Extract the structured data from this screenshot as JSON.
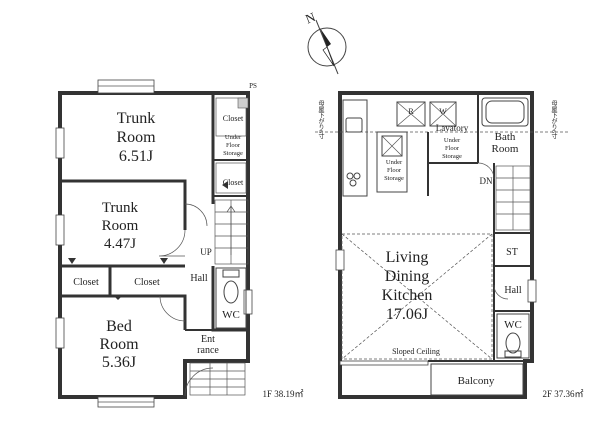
{
  "compass": {
    "north": "N"
  },
  "floor1": {
    "area_label": "1F 38.19㎡",
    "rooms": {
      "trunk1_a": "Trunk",
      "trunk1_b": "Room",
      "trunk1_size": "6.51J",
      "trunk2_a": "Trunk",
      "trunk2_b": "Room",
      "trunk2_size": "4.47J",
      "bed_a": "Bed",
      "bed_b": "Room",
      "bed_size": "5.36J",
      "closet_left": "Closet",
      "closet_right": "Closet",
      "closet_top": "Closet",
      "closet_mid": "Closet",
      "under_a": "Under",
      "under_b": "Floor",
      "under_c": "Storage",
      "up": "UP",
      "hall": "Hall",
      "wc": "WC",
      "entrance_a": "Ent",
      "entrance_b": "rance",
      "ps": "PS"
    }
  },
  "floor2": {
    "area_label": "2F 37.36㎡",
    "rooms": {
      "ldk_a": "Living",
      "ldk_b": "Dining",
      "ldk_c": "Kitchen",
      "ldk_size": "17.06J",
      "sloped": "Sloped Ceiling",
      "lavatory": "Lavatory",
      "bath_a": "Bath",
      "bath_b": "Room",
      "st": "ST",
      "hall": "Hall",
      "wc": "WC",
      "balcony": "Balcony",
      "dn": "DN",
      "r": "R",
      "w": "W",
      "under_a": "Under",
      "under_b": "Floor",
      "under_c": "Storage",
      "under2_a": "Under",
      "under2_b": "Floor",
      "under2_c": "Storage"
    },
    "side_note_left": "母屋下がり6寸",
    "side_note_right": "母屋下がり6寸"
  }
}
